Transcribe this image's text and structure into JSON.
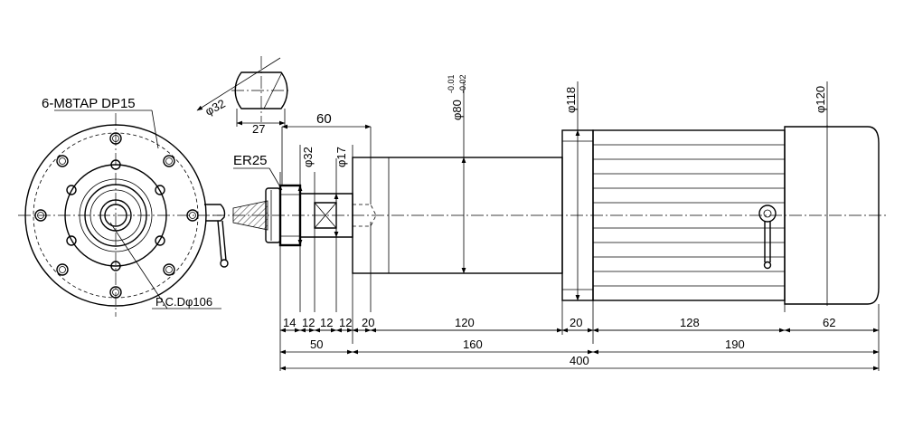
{
  "labels": {
    "tap": "6-M8TAP DP15",
    "pcd": "P.C.Dφ106",
    "collet": "ER25",
    "flat_dia": "φ32",
    "flat_width": "27",
    "len_60": "60",
    "dia_32": "φ32",
    "dia_17": "φ17",
    "dia_80": "φ80",
    "dia_80_tol_upper": "-0.01",
    "dia_80_tol_lower": "-0.02",
    "dia_118": "φ118",
    "dia_120": "φ120"
  },
  "dims_row1": [
    "14",
    "12",
    "12",
    "12",
    "20",
    "120",
    "20",
    "128",
    "62"
  ],
  "dims_row2": [
    "50",
    "160",
    "190"
  ],
  "dims_row3": [
    "400"
  ]
}
